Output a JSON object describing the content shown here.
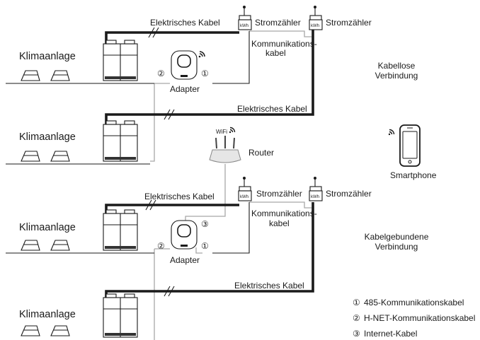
{
  "labels": {
    "aircon": "Klimaanlage",
    "electric_cable": "Elektrisches Kabel",
    "meter": "Stromzähler",
    "comm_cable_line1": "Kommunikations-",
    "comm_cable_line2": "kabel",
    "adapter": "Adapter",
    "router": "Router",
    "wifi": "WiFi",
    "smartphone": "Smartphone",
    "wireless_line1": "Kabellose",
    "wireless_line2": "Verbindung",
    "wired_line1": "Kabelgebundene",
    "wired_line2": "Verbindung",
    "kwh": "kWh"
  },
  "markers": {
    "m1": "①",
    "m2": "②",
    "m3": "③"
  },
  "legend": [
    {
      "marker": "①",
      "text": "485-Kommunikationskabel"
    },
    {
      "marker": "②",
      "text": "H-NET-Kommunikationskabel"
    },
    {
      "marker": "③",
      "text": "Internet-Kabel"
    }
  ]
}
